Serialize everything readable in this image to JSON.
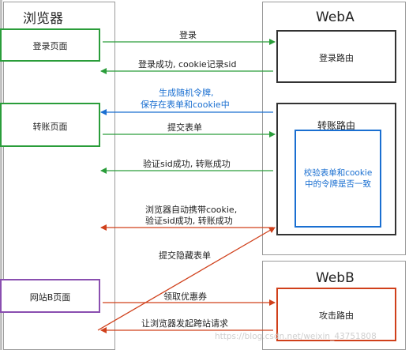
{
  "browser": {
    "title": "浏览器",
    "login_page": "登录页面",
    "transfer_page": "转账页面",
    "siteb_page": "网站B页面"
  },
  "webA": {
    "title": "WebA",
    "login_route": "登录路由",
    "transfer_route": "转账路由",
    "check_text_1": "校验表单和cookie",
    "check_text_2": "中的令牌是否一致"
  },
  "webB": {
    "title": "WebB",
    "attack_route": "攻击路由"
  },
  "messages": {
    "login": "登录",
    "login_success": "登录成功, cookie记录sid",
    "gen_token_1": "生成随机令牌,",
    "gen_token_2": "保存在表单和cookie中",
    "submit_form": "提交表单",
    "verify_success": "验证sid成功, 转账成功",
    "auto_cookie_1": "浏览器自动携带cookie,",
    "auto_cookie_2": "验证sid成功, 转账成功",
    "submit_hidden": "提交隐藏表单",
    "get_coupon": "领取优惠券",
    "let_browser": "让浏览器发起跨站请求"
  },
  "watermark": "https://blog.csdn.net/weixin_43751808",
  "colors": {
    "green": "#2a9d3a",
    "blue": "#1a6fd1",
    "red": "#d0401b",
    "purple": "#8a4fb0"
  }
}
